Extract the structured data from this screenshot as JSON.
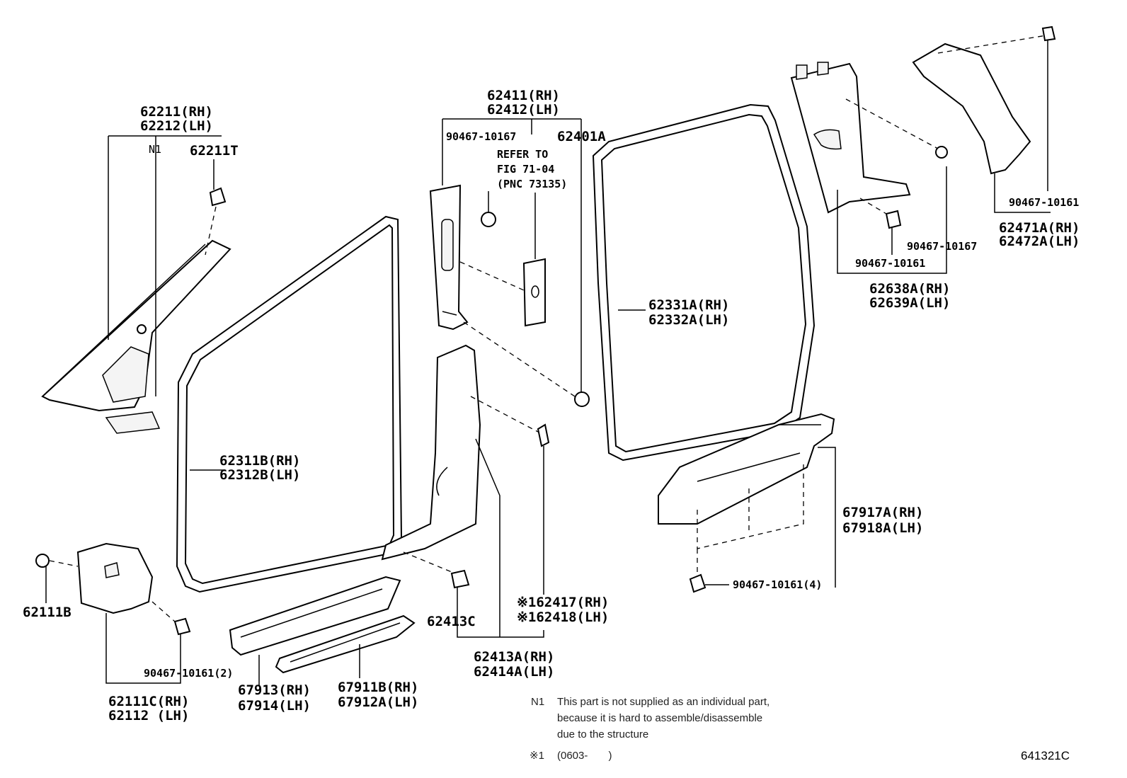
{
  "labels": {
    "l62211": "62211(RH)",
    "l62212": "62212(LH)",
    "n1": "N1",
    "l62211t": "62211T",
    "l62411": "62411(RH)",
    "l62412": "62412(LH)",
    "l90467_10167_a": "90467-10167",
    "l62401a": "62401A",
    "refer1": "REFER TO",
    "refer2": "FIG 71-04",
    "refer3": "(PNC 73135)",
    "l90467_10161_a": "90467-10161",
    "l62471a": "62471A(RH)",
    "l62472a": "62472A(LH)",
    "l90467_10167_b": "90467-10167",
    "l90467_10161_b": "90467-10161",
    "l62638a": "62638A(RH)",
    "l62639a": "62639A(LH)",
    "l62331a": "62331A(RH)",
    "l62332a": "62332A(LH)",
    "l62311b": "62311B(RH)",
    "l62312b": "62312B(LH)",
    "l67917a": "67917A(RH)",
    "l67918a": "67918A(LH)",
    "l90467_10161_4": "90467-10161(4)",
    "l62111b": "62111B",
    "l62417": "※162417(RH)",
    "l62418": "※162418(LH)",
    "l62413c": "62413C",
    "l90467_10161_2": "90467-10161(2)",
    "l62413a": "62413A(RH)",
    "l62414a": "62414A(LH)",
    "l67913": "67913(RH)",
    "l67914": "67914(LH)",
    "l67911b": "67911B(RH)",
    "l67912a": "67912A(LH)",
    "l62111c": "62111C(RH)",
    "l62112": "62112  (LH)"
  },
  "notes": {
    "n1_mark": "N1",
    "n1_line1": "This part is not supplied as an individual part,",
    "n1_line2": "because it is hard to assemble/disassemble",
    "n1_line3": "due to the structure",
    "x1_mark": "※1",
    "x1_text": "(0603-       )"
  },
  "figure_code": "641321C"
}
